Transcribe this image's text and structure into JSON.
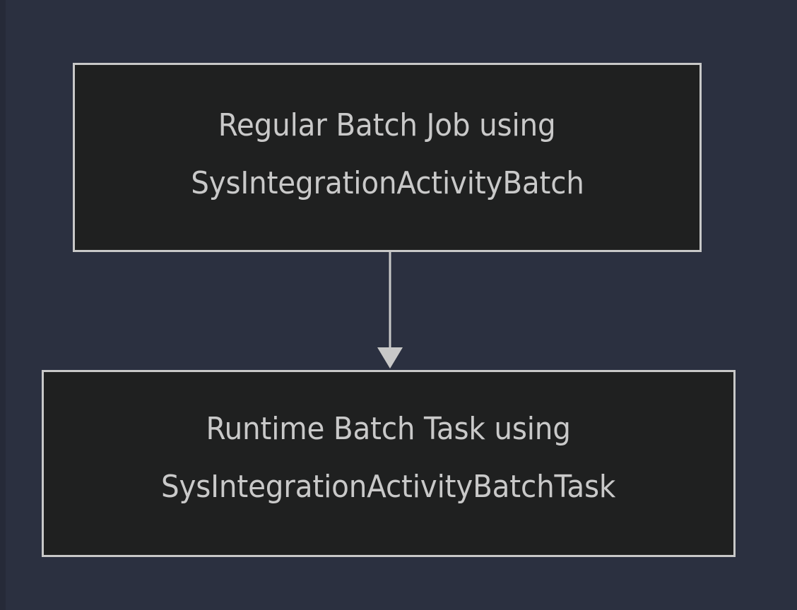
{
  "diagram": {
    "type": "flowchart",
    "direction": "top-to-bottom",
    "background_color": "#2b3040",
    "node_fill_color": "#1f2020",
    "node_border_color": "#c8c8c8",
    "text_color": "#c9c9c9",
    "edge_color": "#c8c8c8",
    "nodes": [
      {
        "id": "batch-job",
        "line1": "Regular Batch Job using",
        "line2": "SysIntegrationActivityBatch"
      },
      {
        "id": "batch-task",
        "line1": "Runtime Batch Task using",
        "line2": "SysIntegrationActivityBatchTask"
      }
    ],
    "edges": [
      {
        "id": "batch-job-to-batch-task",
        "from": "batch-job",
        "to": "batch-task",
        "label": "",
        "arrowhead": "solid-triangle"
      }
    ]
  }
}
